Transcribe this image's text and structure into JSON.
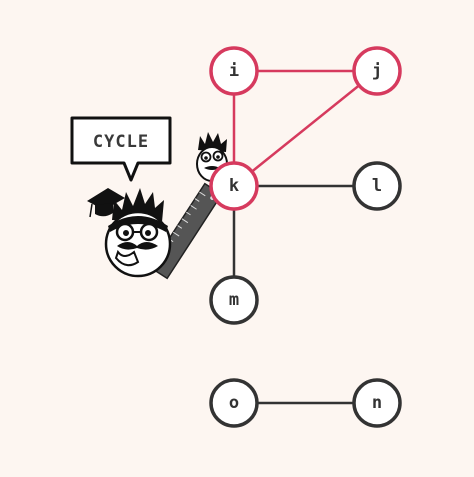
{
  "colors": {
    "background": "#fdf6f1",
    "highlight": "#d63a5e",
    "normal_edge": "#333333",
    "node_fill": "#ffffff",
    "node_stroke": "#333333"
  },
  "speech_bubble": {
    "text": "CYCLE"
  },
  "graph": {
    "nodes": [
      {
        "id": "i",
        "label": "i",
        "highlighted": true
      },
      {
        "id": "j",
        "label": "j",
        "highlighted": true
      },
      {
        "id": "k",
        "label": "k",
        "highlighted": true
      },
      {
        "id": "l",
        "label": "l",
        "highlighted": false
      },
      {
        "id": "m",
        "label": "m",
        "highlighted": false
      },
      {
        "id": "o",
        "label": "o",
        "highlighted": false
      },
      {
        "id": "n",
        "label": "n",
        "highlighted": false
      }
    ],
    "edges": [
      {
        "from": "i",
        "to": "j",
        "highlighted": true
      },
      {
        "from": "i",
        "to": "k",
        "highlighted": true
      },
      {
        "from": "j",
        "to": "k",
        "highlighted": true
      },
      {
        "from": "k",
        "to": "l",
        "highlighted": false
      },
      {
        "from": "k",
        "to": "m",
        "highlighted": false
      },
      {
        "from": "o",
        "to": "n",
        "highlighted": false
      }
    ]
  },
  "illustrations": [
    "professor-mascot-icon",
    "small-mascot-icon",
    "graduation-cap-icon",
    "ruler-icon"
  ]
}
